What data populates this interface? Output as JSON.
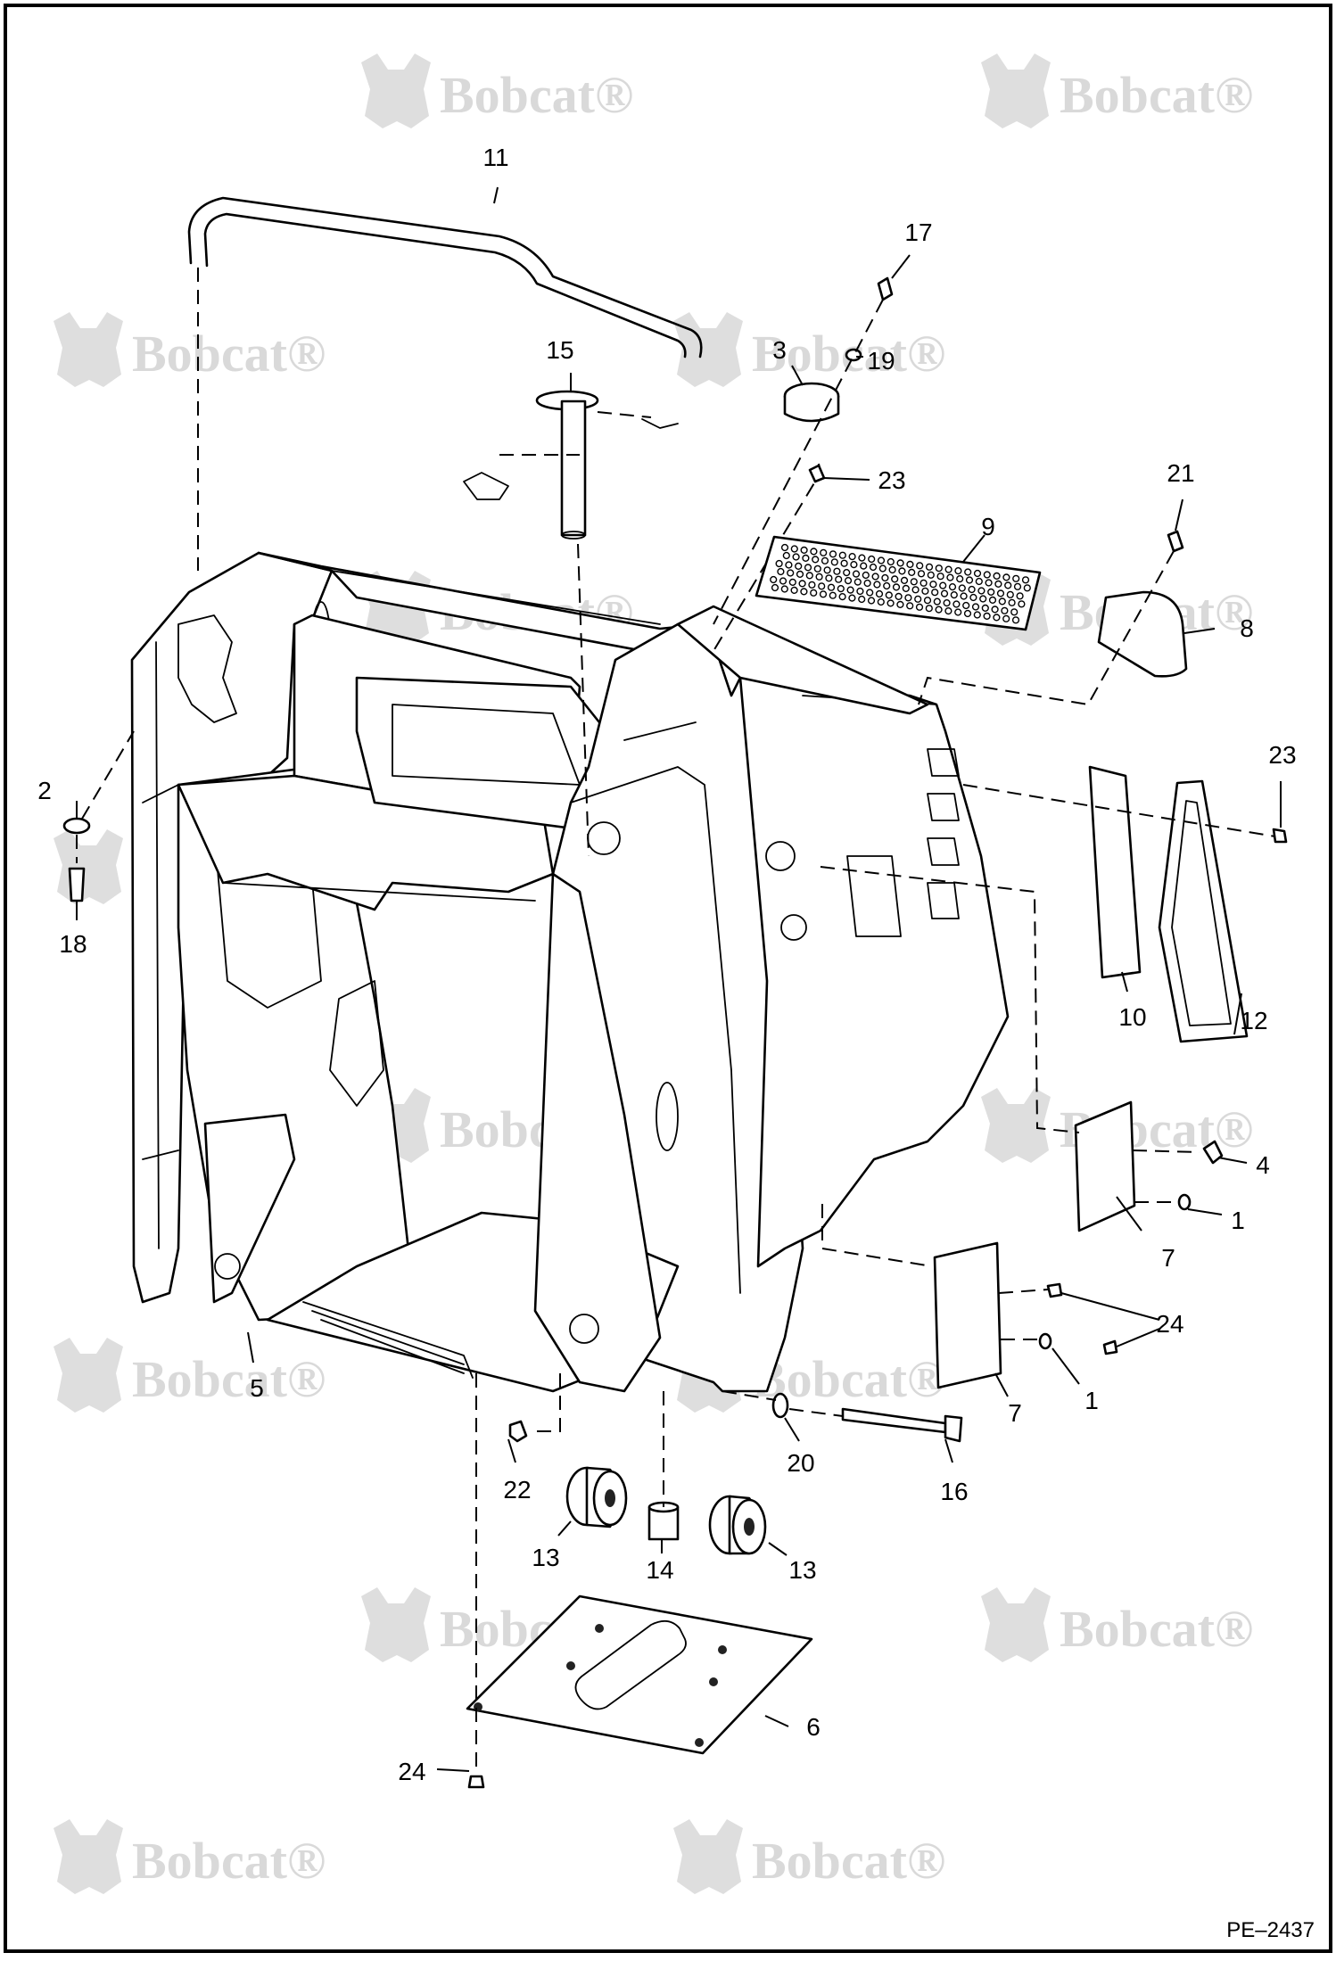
{
  "drawing": {
    "reference_id": "PE–2437",
    "watermark_text": "Bobcat",
    "watermark_mark": "®",
    "border_color": "#000000",
    "background": "#ffffff"
  },
  "callouts": {
    "c1a": "1",
    "c1b": "1",
    "c2": "2",
    "c3": "3",
    "c4": "4",
    "c5": "5",
    "c6": "6",
    "c7a": "7",
    "c7b": "7",
    "c8": "8",
    "c9": "9",
    "c10": "10",
    "c11": "11",
    "c12": "12",
    "c13a": "13",
    "c13b": "13",
    "c14": "14",
    "c15": "15",
    "c16": "16",
    "c17": "17",
    "c18": "18",
    "c19": "19",
    "c20": "20",
    "c21": "21",
    "c22": "22",
    "c23a": "23",
    "c23b": "23",
    "c24a": "24",
    "c24b": "24"
  }
}
